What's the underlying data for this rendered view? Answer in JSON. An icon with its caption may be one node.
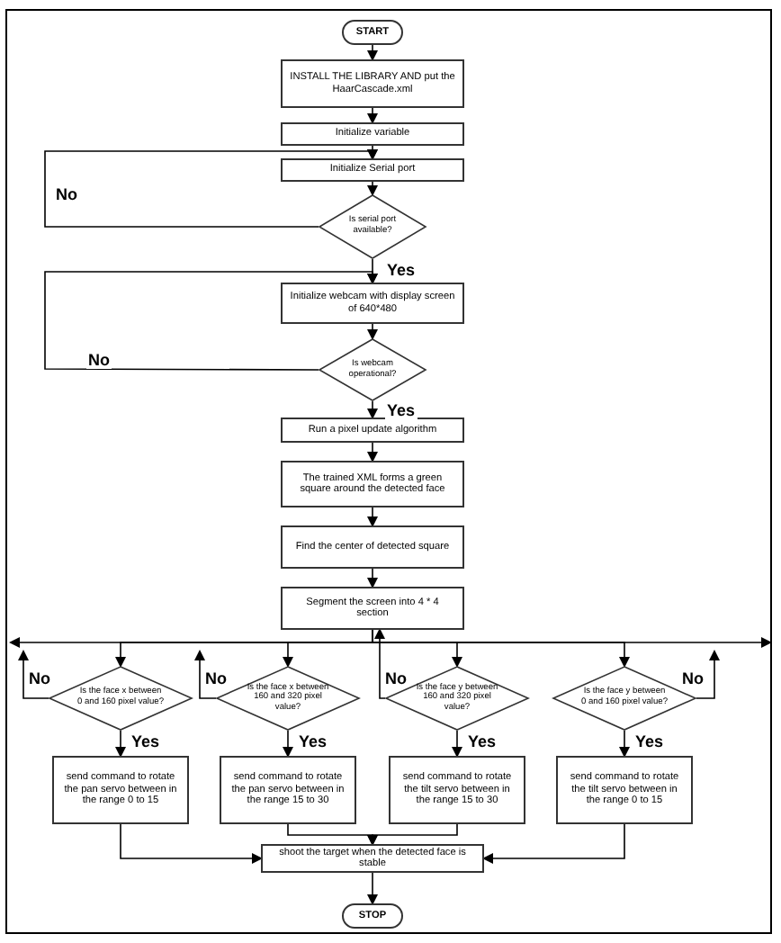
{
  "diagram": {
    "nodes": [
      {
        "text": [
          "START"
        ]
      },
      {
        "text": [
          "INSTALL THE LIBRARY AND put the HaarCascade.xml"
        ]
      },
      {
        "text": [
          "Initialize variable"
        ]
      },
      {
        "text": [
          "Initialize Serial port"
        ]
      },
      {
        "text": [
          "Is serial port available?"
        ]
      },
      {
        "text": [
          "Initialize webcam with display screen of 640*480"
        ]
      },
      {
        "text": [
          "Is webcam operational?"
        ]
      },
      {
        "text": [
          "Run a pixel update algorithm"
        ]
      },
      {
        "text": [
          "The trained XML forms a green square around the detected face"
        ]
      },
      {
        "text": [
          "Find the center of detected square"
        ]
      },
      {
        "text": [
          "Segment the screen into 4 * 4 section"
        ]
      },
      {
        "text": [
          "Is the face x between 0 and 160 pixel value?"
        ]
      },
      {
        "text": [
          "Is the face x between 160 and 320 pixel value?"
        ]
      },
      {
        "text": [
          "Is the face y between 160 and 320 pixel value?"
        ]
      },
      {
        "text": [
          "Is the face y between 0 and 160 pixel value?"
        ]
      },
      {
        "text": [
          "send command to rotate the pan servo between in the range 0 to 15"
        ]
      },
      {
        "text": [
          "send command to rotate the pan servo between in the range 15 to 30"
        ]
      },
      {
        "text": [
          "send command to rotate the tilt servo between in the range 15 to 30"
        ]
      },
      {
        "text": [
          "send command to rotate the tilt servo between in the range 0 to 15"
        ]
      },
      {
        "text": [
          "shoot the target when the detected face is stable"
        ]
      },
      {
        "text": [
          "STOP"
        ]
      }
    ],
    "edges": [
      {
        "from": 0,
        "to": 1,
        "arrow": "to"
      },
      {
        "from": 1,
        "to": 2,
        "arrow": "to"
      },
      {
        "from": 2,
        "to": 3,
        "arrow": "to"
      },
      {
        "from": 3,
        "to": 4,
        "arrow": "to"
      },
      {
        "from": 4,
        "to": 3,
        "arrow": "to",
        "label": "No"
      },
      {
        "from": 4,
        "to": 5,
        "arrow": "to",
        "label": "Yes"
      },
      {
        "from": 5,
        "to": 6,
        "arrow": "to"
      },
      {
        "from": 6,
        "to": 5,
        "arrow": "to",
        "label": "No"
      },
      {
        "from": 6,
        "to": 7,
        "arrow": "to",
        "label": "Yes"
      },
      {
        "from": 7,
        "to": 8,
        "arrow": "to"
      },
      {
        "from": 8,
        "to": 9,
        "arrow": "to"
      },
      {
        "from": 9,
        "to": 10,
        "arrow": "to"
      },
      {
        "from": 10,
        "to": 11,
        "arrow": "to"
      },
      {
        "from": 10,
        "to": 12,
        "arrow": "to"
      },
      {
        "from": 10,
        "to": 13,
        "arrow": "to"
      },
      {
        "from": 10,
        "to": 14,
        "arrow": "to"
      },
      {
        "from": 10,
        "to": null,
        "arrow": "to"
      },
      {
        "from": 10,
        "to": null,
        "arrow": "to"
      },
      {
        "from": 11,
        "to": null,
        "arrow": "to",
        "label": "No"
      },
      {
        "from": 12,
        "to": null,
        "arrow": "to",
        "label": "No"
      },
      {
        "from": 13,
        "to": 10,
        "arrow": "to",
        "label": "No"
      },
      {
        "from": 14,
        "to": null,
        "arrow": "to",
        "label": "No"
      },
      {
        "from": 11,
        "to": 15,
        "arrow": "to",
        "label": "Yes"
      },
      {
        "from": 12,
        "to": 16,
        "arrow": "to",
        "label": "Yes"
      },
      {
        "from": 13,
        "to": 17,
        "arrow": "to",
        "label": "Yes"
      },
      {
        "from": 14,
        "to": 18,
        "arrow": "to",
        "label": "Yes"
      },
      {
        "from": 15,
        "to": 19,
        "arrow": "to"
      },
      {
        "from": 16,
        "to": 19,
        "arrow": "to"
      },
      {
        "from": 17,
        "to": 19,
        "arrow": "to"
      },
      {
        "from": 18,
        "to": 19,
        "arrow": "to"
      },
      {
        "from": 19,
        "to": 20,
        "arrow": "to"
      }
    ]
  }
}
